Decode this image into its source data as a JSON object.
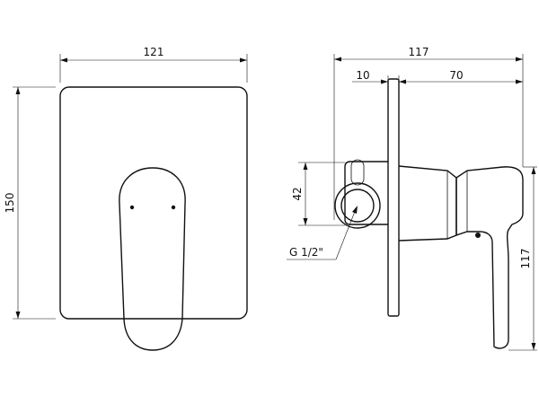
{
  "dimensions": {
    "front_width": "121",
    "front_height": "150",
    "side_total_depth": "117",
    "plate_thickness": "10",
    "handle_projection": "70",
    "inlet_height": "42",
    "handle_height": "117",
    "thread_spec": "G 1/2\""
  }
}
